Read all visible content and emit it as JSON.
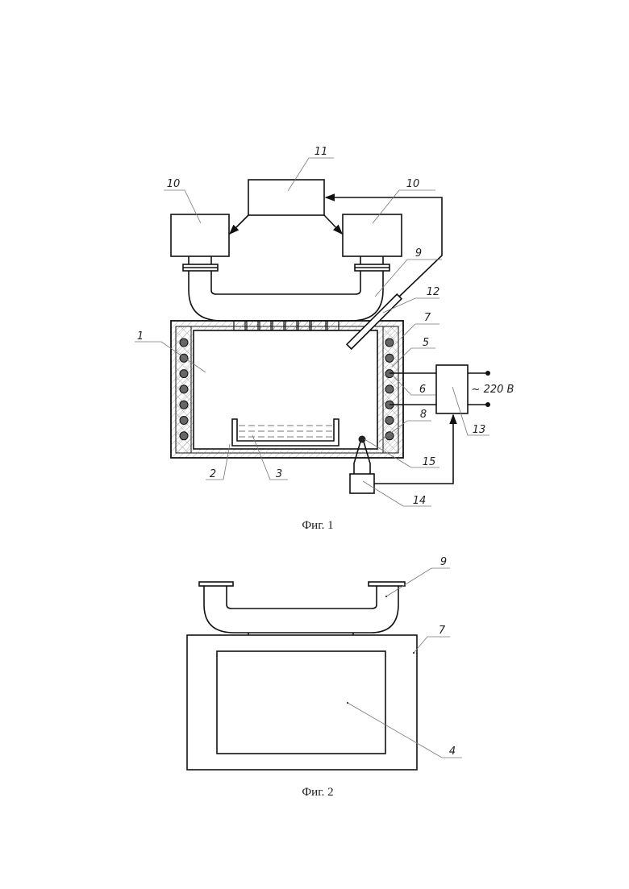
{
  "fig1": {
    "caption": "Фиг. 1",
    "labels": [
      "10",
      "11",
      "10",
      "9",
      "12",
      "7",
      "5",
      "6",
      "8",
      "13",
      "15",
      "14",
      "1",
      "2",
      "3"
    ],
    "voltage": "~ 220 В"
  },
  "fig2": {
    "caption": "Фиг. 2",
    "labels": [
      "9",
      "7",
      "4"
    ]
  }
}
